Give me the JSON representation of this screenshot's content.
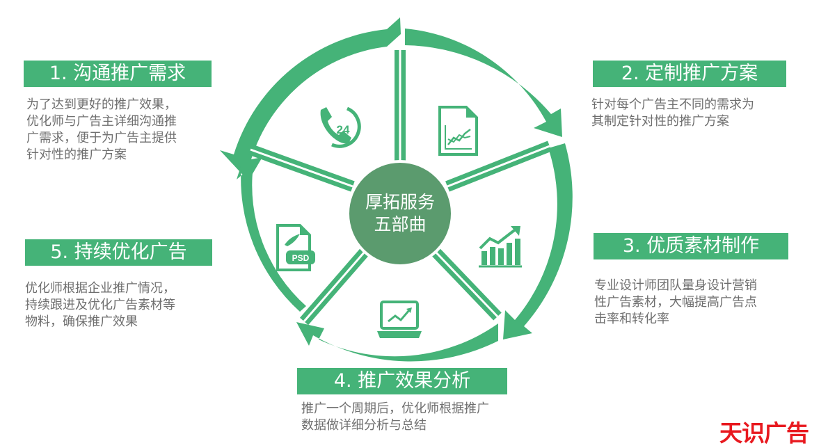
{
  "center": {
    "line1": "厚拓服务",
    "line2": "五部曲"
  },
  "steps": [
    {
      "title": "1. 沟通推广需求",
      "desc": [
        "为了达到更好的推广效果，",
        "优化师与广告主详细沟通推",
        "广需求，便于为广告主提供",
        "针对性的推广方案"
      ],
      "icon": "phone-24-icon"
    },
    {
      "title": "2. 定制推广方案",
      "desc": [
        "针对每个广告主不同的需求为",
        "其制定针对性的推广方案"
      ],
      "icon": "document-chart-icon"
    },
    {
      "title": "3. 优质素材制作",
      "desc": [
        "专业设计师团队量身设计营销",
        "性广告素材，大幅提高广告点",
        "击率和转化率"
      ],
      "icon": "bar-growth-icon"
    },
    {
      "title": "4. 推广效果分析",
      "desc": [
        "推广一个周期后，优化师根据推广",
        "数据做详细分析与总结"
      ],
      "icon": "laptop-chart-icon"
    },
    {
      "title": "5. 持续优化广告",
      "desc": [
        "优化师根据企业推广情况，",
        "持续跟进及优化广告素材等",
        "物料，确保推广效果"
      ],
      "icon": "psd-file-icon"
    }
  ],
  "icon_labels": {
    "phone": "24",
    "psd": "PSD"
  },
  "brand": "天识广告",
  "colors": {
    "green": "#45B378",
    "center": "#5B9B6E",
    "text": "#6f6f6f",
    "brand": "#E8191F"
  }
}
